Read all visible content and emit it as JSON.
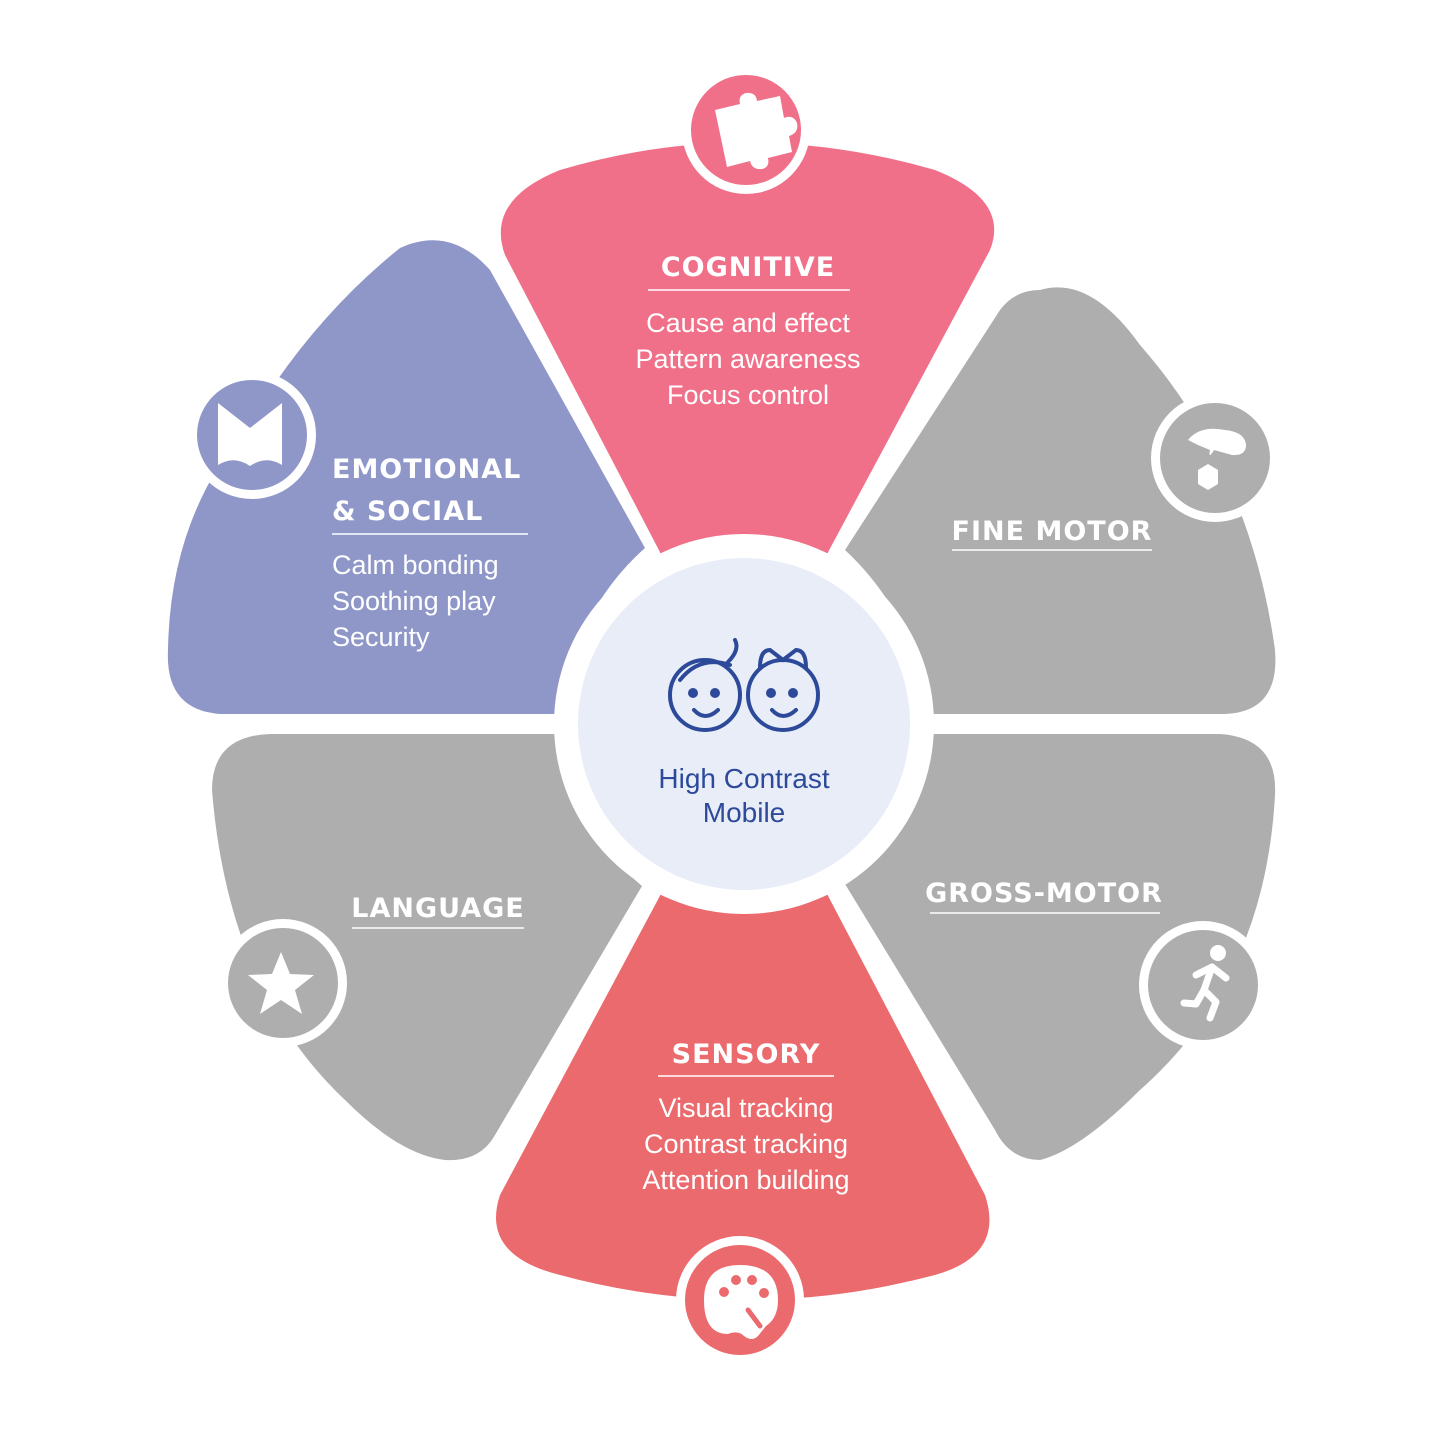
{
  "center": {
    "label_line1": "High Contrast",
    "label_line2": "Mobile",
    "icon": "two-faces-icon"
  },
  "segments": {
    "cognitive": {
      "title": "COGNITIVE",
      "items": [
        "Cause and effect",
        "Pattern awareness",
        "Focus control"
      ],
      "color": "#f07089",
      "icon": "puzzle-icon"
    },
    "emotional": {
      "title_line1": "EMOTIONAL",
      "title_line2": "& SOCIAL",
      "items": [
        "Calm bonding",
        "Soothing play",
        "Security"
      ],
      "color": "#8f97c9",
      "icon": "book-icon"
    },
    "fine_motor": {
      "title": "FINE MOTOR",
      "color": "#aeaeaf",
      "icon": "hand-cube-icon"
    },
    "gross_motor": {
      "title": "GROSS-MOTOR",
      "color": "#aeaeaf",
      "icon": "running-person-icon"
    },
    "language": {
      "title": "LANGUAGE",
      "color": "#aeaeaf",
      "icon": "star-icon"
    },
    "sensory": {
      "title": "SENSORY",
      "items": [
        "Visual tracking",
        "Contrast tracking",
        "Attention building"
      ],
      "color": "#eb6a6e",
      "icon": "palette-icon"
    }
  },
  "colors": {
    "center_fill": "#e8edf8",
    "center_text": "#2d4a9a"
  }
}
